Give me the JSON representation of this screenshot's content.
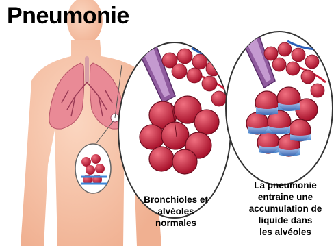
{
  "title": "Pneumonie",
  "captions": {
    "normal": [
      "Bronchioles et",
      "alvéoles",
      "normales"
    ],
    "pneumonia": [
      "La pneumonie",
      "entraine une",
      "accumulation de",
      "liquide dans",
      "les alvéoles"
    ]
  },
  "colors": {
    "skin": "#f7c3a7",
    "lung": "#e98a96",
    "alveoli": "#c92a44",
    "fluid": "#3d86d8",
    "bronchus": "#7a4a8a"
  },
  "icons": {
    "magnified_normal": "normal-alveoli-illustration",
    "magnified_pneumonia": "fluid-filled-alveoli-illustration",
    "body": "torso-silhouette",
    "lungs": "lungs-illustration"
  }
}
